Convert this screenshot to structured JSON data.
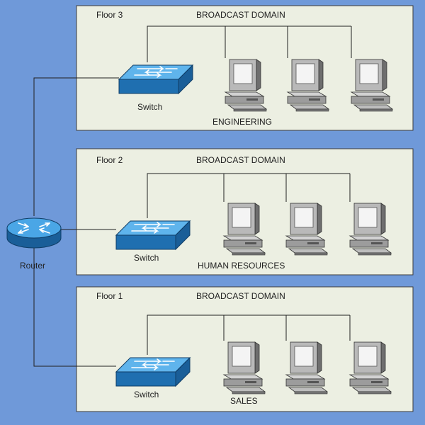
{
  "colors": {
    "background": "#6f99d9",
    "panel": "#ecefe2",
    "panel_border": "#3c3c3c",
    "device_blue": "#2e88cf",
    "wire": "#202020"
  },
  "router": {
    "label": "Router",
    "icon": "router-icon"
  },
  "floors": [
    {
      "id": "floor-3",
      "floor_label": "Floor 3",
      "domain_label": "BROADCAST DOMAIN",
      "department": "ENGINEERING",
      "switch_label": "Switch",
      "computers": 3
    },
    {
      "id": "floor-2",
      "floor_label": "Floor 2",
      "domain_label": "BROADCAST DOMAIN",
      "department": "HUMAN RESOURCES",
      "switch_label": "Switch",
      "computers": 3
    },
    {
      "id": "floor-1",
      "floor_label": "Floor 1",
      "domain_label": "BROADCAST DOMAIN",
      "department": "SALES",
      "switch_label": "Switch",
      "computers": 3
    }
  ]
}
